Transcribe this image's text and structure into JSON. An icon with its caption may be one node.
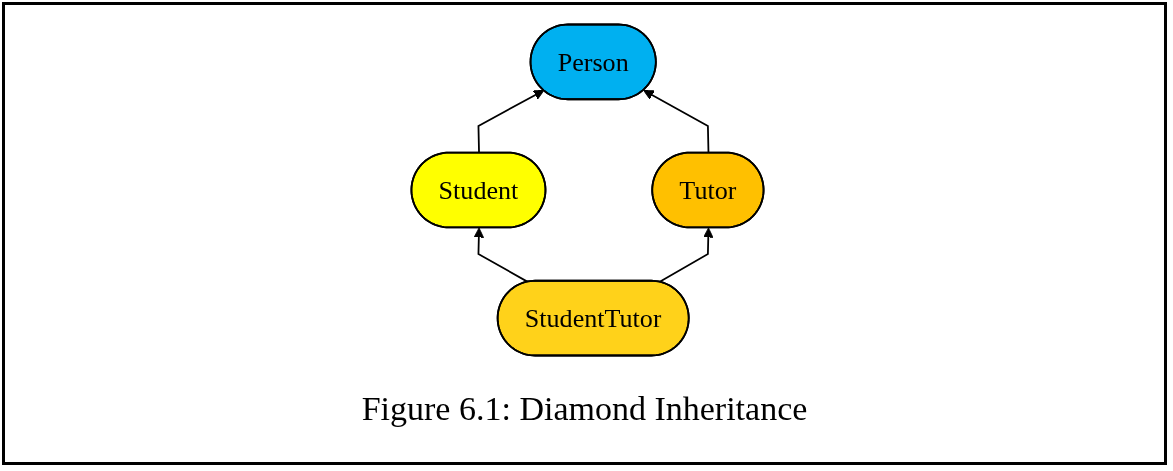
{
  "diagram": {
    "caption": "Figure 6.1: Diamond Inheritance",
    "nodes": [
      {
        "text": [
          "Person"
        ]
      },
      {
        "text": [
          "Student"
        ]
      },
      {
        "text": [
          "Tutor"
        ]
      },
      {
        "text": [
          "StudentTutor"
        ]
      }
    ],
    "edges": [
      {
        "from": 1,
        "to": 0,
        "arrow": "to"
      },
      {
        "from": 2,
        "to": 0,
        "arrow": "to"
      },
      {
        "from": 3,
        "to": 1,
        "arrow": "to"
      },
      {
        "from": 3,
        "to": 2,
        "arrow": "to"
      }
    ]
  }
}
